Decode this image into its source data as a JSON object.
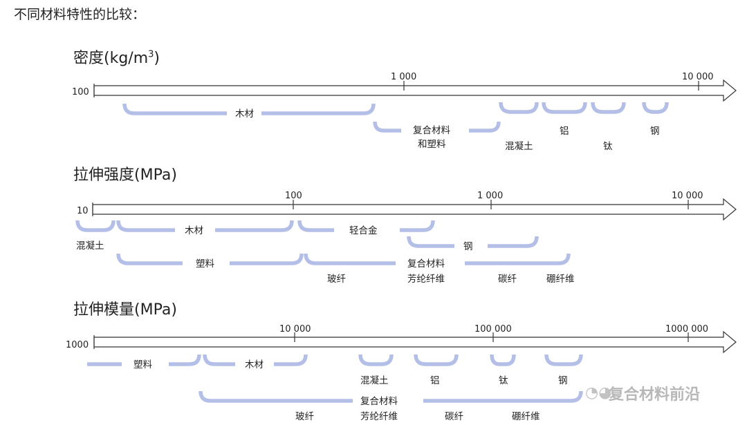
{
  "page_title": "不同材料特性的比较：",
  "sections": [
    {
      "title": "密度(kg/m",
      "title_sup": "3",
      "title_close": ")",
      "axis_origin_label": "100",
      "ticks": [
        "1 000",
        "10 000"
      ],
      "labels": [
        "木材",
        "复合材料",
        "和塑料",
        "混凝土",
        "铝",
        "钛",
        "钢"
      ]
    },
    {
      "title": "拉伸强度(MPa)",
      "axis_origin_label": "10",
      "ticks": [
        "100",
        "1 000",
        "10 000"
      ],
      "labels": [
        "混凝土",
        "木材",
        "轻合金",
        "钢",
        "塑料",
        "玻纤",
        "复合材料",
        "芳纶纤维",
        "碳纤",
        "硼纤维"
      ]
    },
    {
      "title": "拉伸模量(MPa)",
      "axis_origin_label": "1000",
      "ticks": [
        "10 000",
        "100 000",
        "1000 000"
      ],
      "labels": [
        "塑料",
        "木材",
        "混凝土",
        "铝",
        "钛",
        "钢",
        "玻纤",
        "复合材料",
        "芳纶纤维",
        "碳纤",
        "硼纤维"
      ]
    }
  ],
  "watermark": "复合材料前沿",
  "watermark_icon": "wechat-icon"
}
